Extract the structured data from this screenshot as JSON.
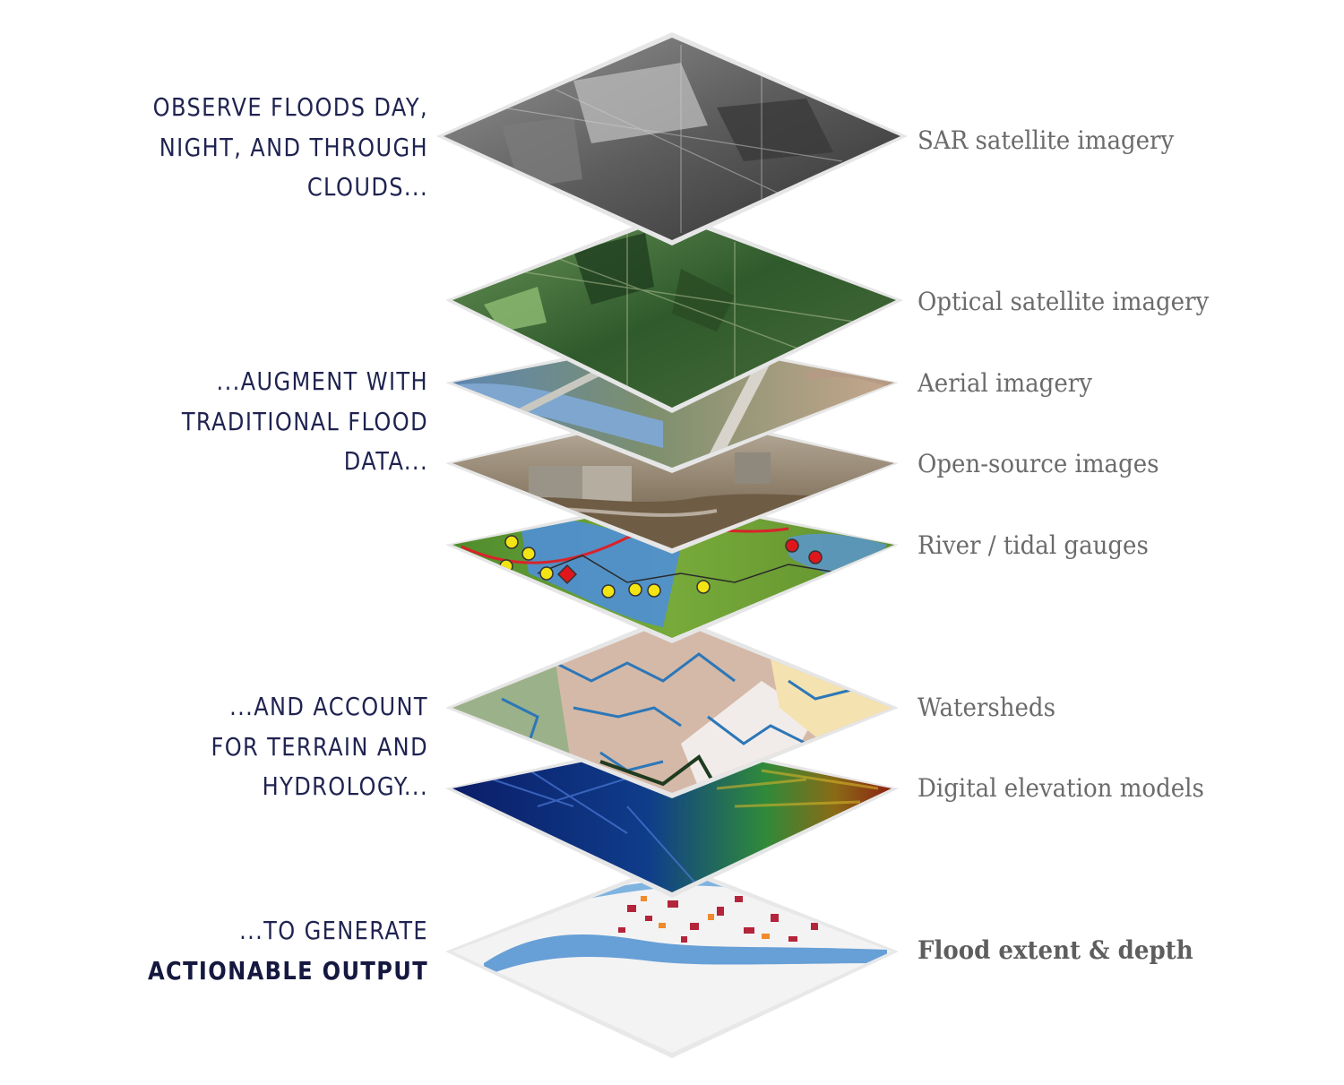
{
  "left_captions": [
    {
      "lines": [
        "OBSERVE FLOODS DAY,",
        "NIGHT, AND THROUGH",
        "CLOUDS..."
      ]
    },
    {
      "lines": [
        "...AUGMENT WITH",
        "TRADITIONAL FLOOD",
        "DATA..."
      ]
    },
    {
      "lines": [
        "...AND ACCOUNT",
        "FOR TERRAIN AND",
        "HYDROLOGY..."
      ]
    },
    {
      "lines": [
        "...TO GENERATE"
      ],
      "emphasis": "ACTIONABLE OUTPUT"
    }
  ],
  "layers": [
    {
      "label": "SAR satellite imagery",
      "icon": "sar-imagery-tile"
    },
    {
      "label": "Optical satellite imagery",
      "icon": "optical-imagery-tile"
    },
    {
      "label": "Aerial imagery",
      "icon": "aerial-imagery-tile"
    },
    {
      "label": "Open-source images",
      "icon": "open-source-images-tile"
    },
    {
      "label": "River / tidal gauges",
      "icon": "gauges-map-tile"
    },
    {
      "label": "Watersheds",
      "icon": "watersheds-map-tile"
    },
    {
      "label": "Digital elevation models",
      "icon": "elevation-model-tile"
    },
    {
      "label": "Flood extent & depth",
      "icon": "flood-output-tile",
      "emphasis": true
    }
  ],
  "colors": {
    "caption_text": "#1f2350",
    "label_text": "#6b6b6b",
    "tile_border": "#e6e6e6"
  }
}
